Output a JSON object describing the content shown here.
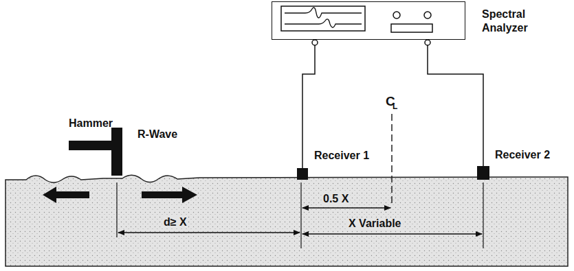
{
  "diagram": {
    "nodes": [
      {
        "text": [
          "Spectral Analyzer"
        ]
      },
      {
        "text": [
          "Receiver 1"
        ]
      },
      {
        "text": [
          "Receiver 2"
        ]
      }
    ],
    "edges": [
      {
        "from": 0,
        "to": 1,
        "arrow": "none"
      },
      {
        "from": 0,
        "to": 2,
        "arrow": "none"
      }
    ],
    "labels": [
      "Hammer",
      "R-Wave",
      "C",
      "L",
      "0.5 X",
      "d≥ X",
      "X Variable"
    ]
  }
}
